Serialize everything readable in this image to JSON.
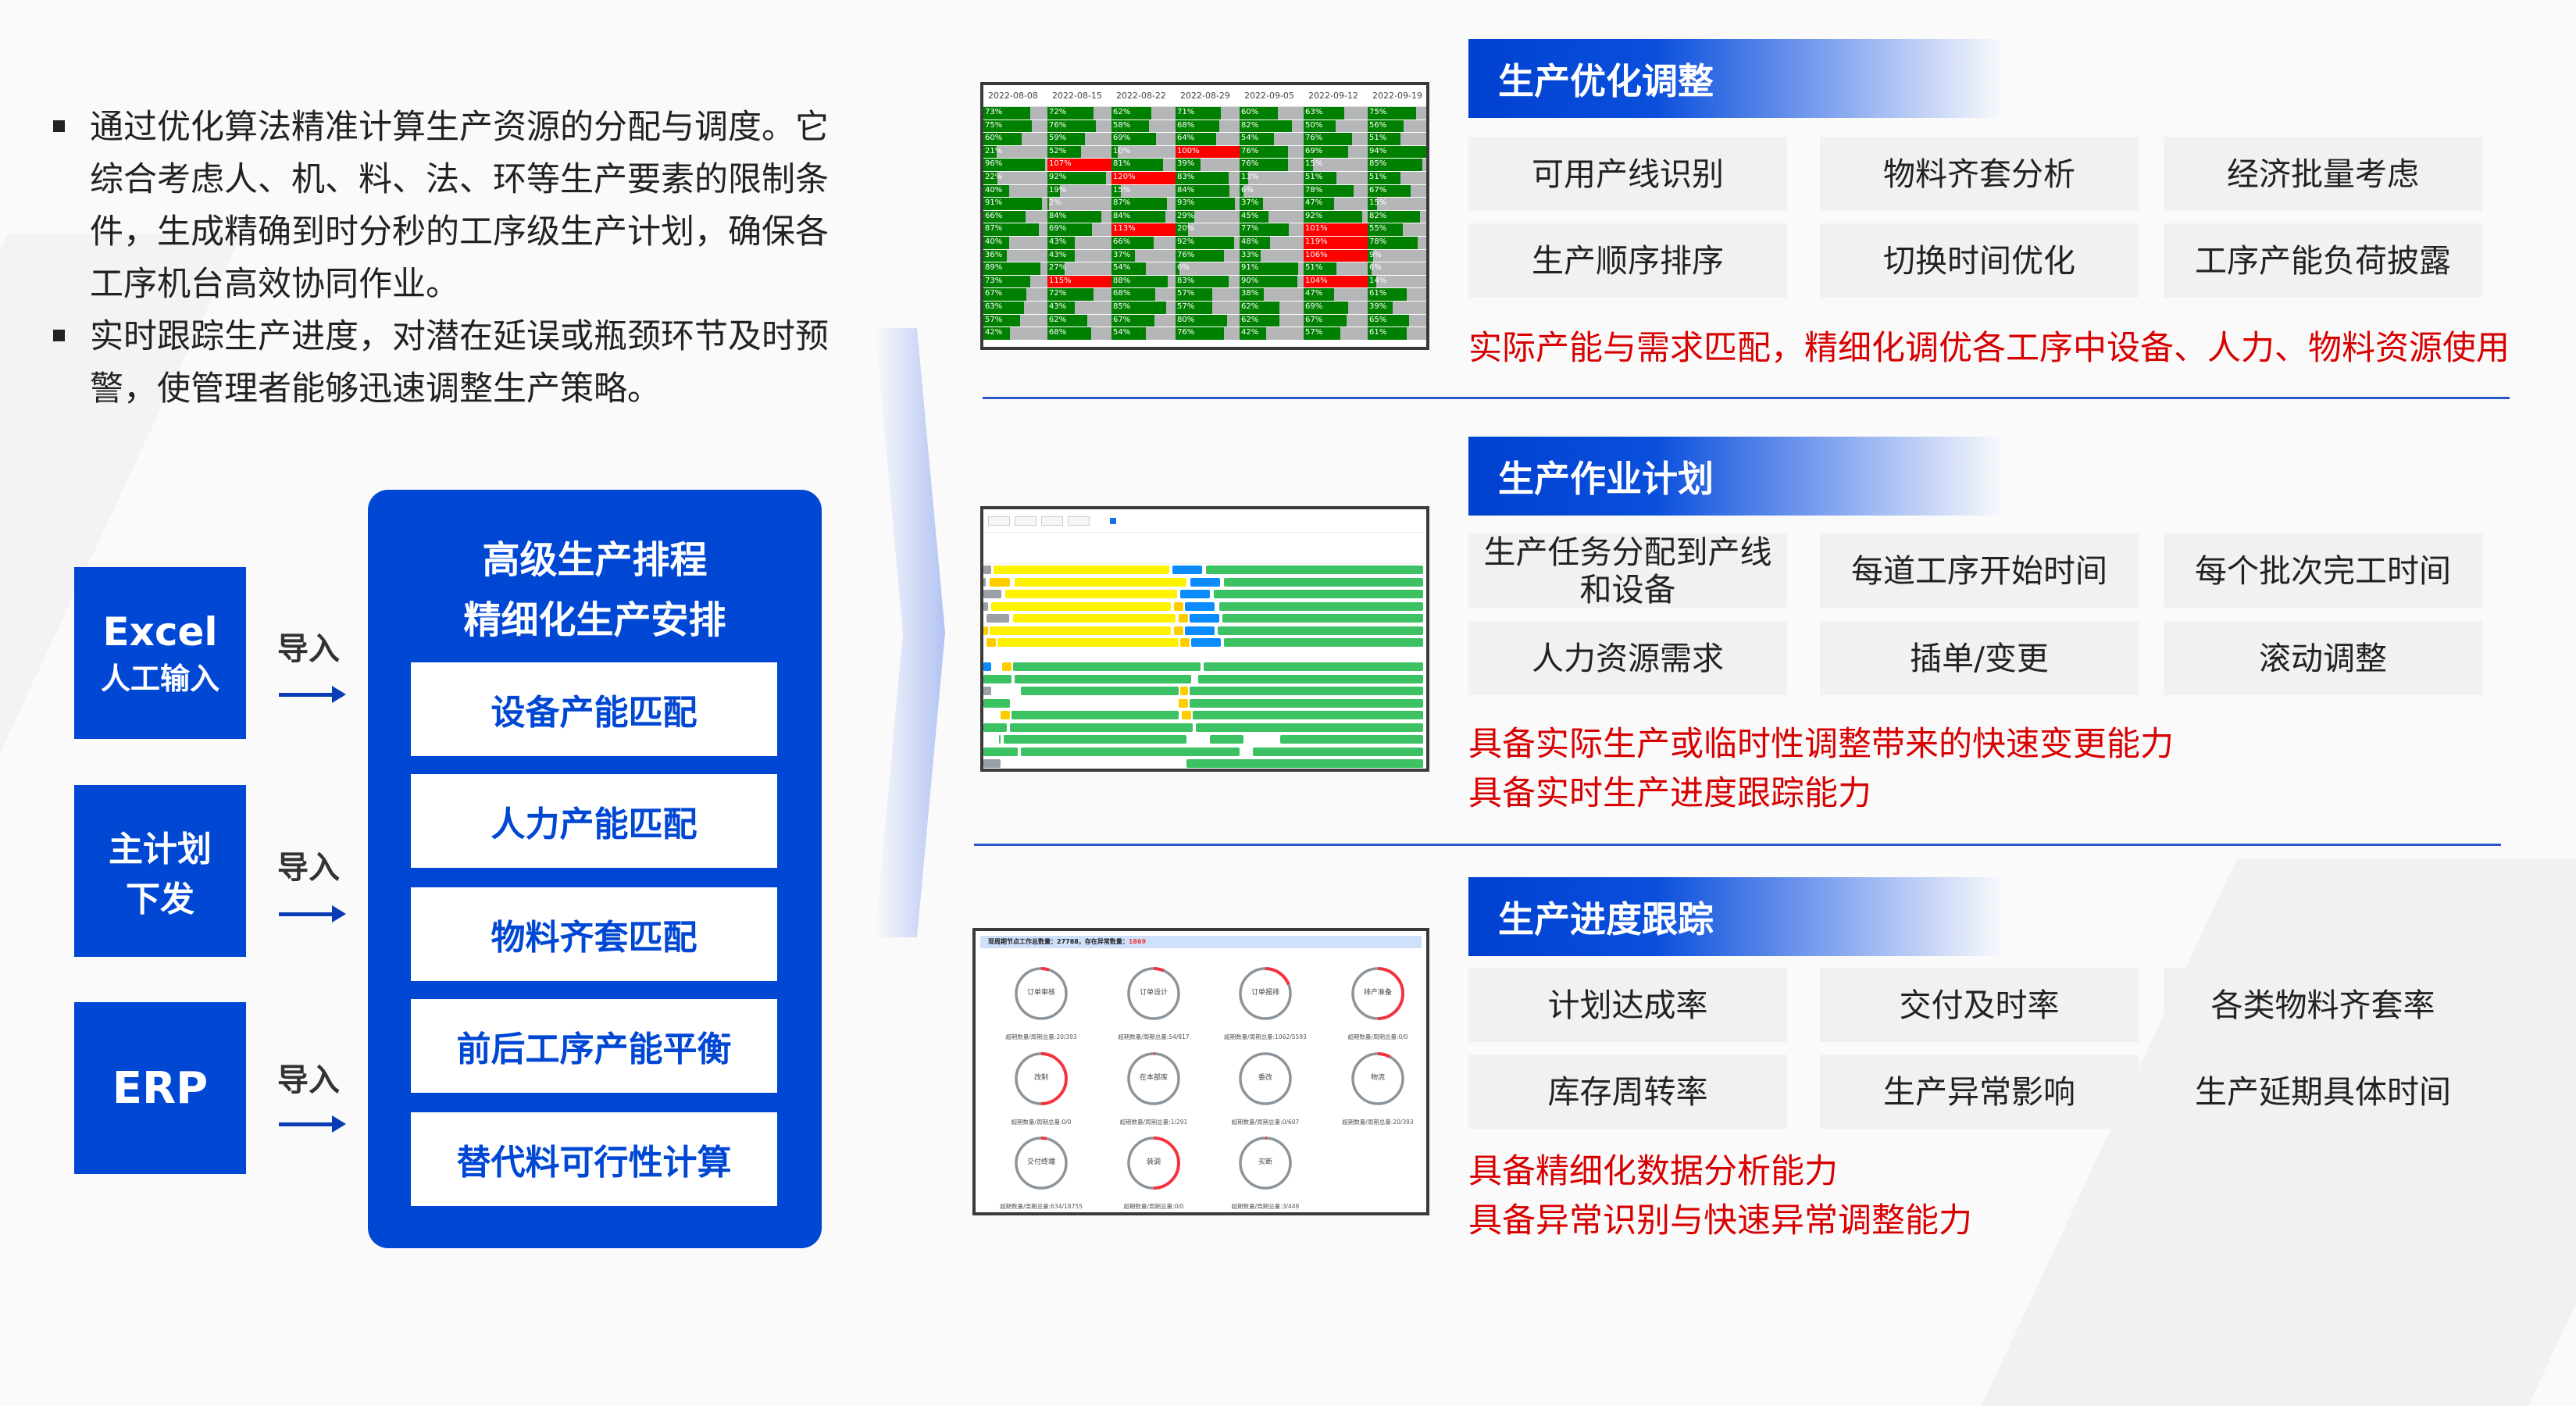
{
  "intro": {
    "bullets": [
      "通过优化算法精准计算生产资源的分配与调度。它综合考虑人、机、料、法、环等生产要素的限制条件，生成精确到时分秒的工序级生产计划，确保各工序机台高效协同作业。",
      "实时跟踪生产进度，对潜在延误或瓶颈环节及时预警，使管理者能够迅速调整生产策略。"
    ]
  },
  "sources": [
    {
      "line1": "Excel",
      "line2": "人工输入",
      "arrow": "导入"
    },
    {
      "line1": "主计划",
      "line2": "下发",
      "arrow": "导入"
    },
    {
      "line1": "ERP",
      "line2": "",
      "arrow": "导入"
    }
  ],
  "core": {
    "title1": "高级生产排程",
    "title2": "精细化生产安排",
    "items": [
      "设备产能匹配",
      "人力产能匹配",
      "物料齐套匹配",
      "前后工序产能平衡",
      "替代料可行性计算"
    ]
  },
  "sections": [
    {
      "title": "生产优化调整",
      "boxes": [
        "可用产线识别",
        "物料齐套分析",
        "经济批量考虑",
        "生产顺序排序",
        "切换时间优化",
        "工序产能负荷披露"
      ],
      "notes": [
        "实际产能与需求匹配，精细化调优各工序中设备、人力、物料资源使用"
      ]
    },
    {
      "title": "生产作业计划",
      "boxes": [
        "生产任务分配到产线和设备",
        "每道工序开始时间",
        "每个批次完工时间",
        "人力资源需求",
        "插单/变更",
        "滚动调整"
      ],
      "notes": [
        "具备实际生产或临时性调整带来的快速变更能力",
        "具备实时生产进度跟踪能力"
      ]
    },
    {
      "title": "生产进度跟踪",
      "boxes": [
        "计划达成率",
        "交付及时率",
        "各类物料齐套率",
        "库存周转率",
        "生产异常影响",
        "生产延期具体时间"
      ],
      "notes": [
        "具备精细化数据分析能力",
        "具备异常识别与快速异常调整能力"
      ]
    }
  ],
  "load_chart": {
    "dates": [
      "2022-08-08",
      "2022-08-15",
      "2022-08-22",
      "2022-08-29",
      "2022-09-05",
      "2022-09-12",
      "2022-09-19"
    ],
    "rows": [
      [
        73,
        72,
        62,
        71,
        60,
        63,
        75
      ],
      [
        75,
        76,
        58,
        68,
        82,
        50,
        56
      ],
      [
        60,
        59,
        69,
        64,
        54,
        76,
        51
      ],
      [
        21,
        52,
        10,
        100,
        76,
        69,
        94
      ],
      [
        96,
        107,
        81,
        39,
        76,
        15,
        85
      ],
      [
        22,
        92,
        120,
        83,
        13,
        51,
        51
      ],
      [
        40,
        19,
        15,
        84,
        6,
        78,
        67
      ],
      [
        91,
        2,
        87,
        93,
        37,
        47,
        15
      ],
      [
        66,
        84,
        84,
        29,
        45,
        92,
        82
      ],
      [
        87,
        69,
        113,
        20,
        77,
        101,
        55
      ],
      [
        40,
        43,
        66,
        92,
        48,
        119,
        78
      ],
      [
        36,
        43,
        37,
        76,
        33,
        106,
        9
      ],
      [
        89,
        27,
        54,
        6,
        91,
        51,
        6
      ],
      [
        73,
        115,
        88,
        83,
        90,
        104,
        14
      ],
      [
        67,
        72,
        68,
        57,
        38,
        47,
        61
      ],
      [
        63,
        43,
        85,
        57,
        62,
        69,
        39
      ],
      [
        57,
        62,
        67,
        80,
        62,
        67,
        65
      ],
      [
        42,
        68,
        54,
        76,
        42,
        57,
        61
      ]
    ],
    "colors": {
      "normal": "#008000",
      "overload": "#ff0000",
      "track": "#b5b6b8"
    }
  },
  "progress_panel": {
    "header_prefix": "现周期节点工作总数量：27788，存在异常数量：",
    "header_count": "1869",
    "nodes": [
      {
        "name": "订单审核",
        "stat": "超期数量/周期总量:20/393",
        "fraction": 0.05
      },
      {
        "name": "订单设计",
        "stat": "超期数量/周期总量:54/817",
        "fraction": 0.066
      },
      {
        "name": "订单报排",
        "stat": "超期数量/周期总量:1062/5593",
        "fraction": 0.19
      },
      {
        "name": "排产准备",
        "stat": "超期数量/周期总量:0/0",
        "fraction": 0.5
      },
      {
        "name": "改制",
        "stat": "超期数量/周期总量:0/0",
        "fraction": 0.5
      },
      {
        "name": "在本部库",
        "stat": "超期数量/周期总量:1/291",
        "fraction": 0.003
      },
      {
        "name": "委改",
        "stat": "超期数量/周期总量:0/607",
        "fraction": 0
      },
      {
        "name": "物流",
        "stat": "超期数量/周期总量:20/393",
        "fraction": 0.08
      },
      {
        "name": "交付终端",
        "stat": "超期数量/周期总量:634/18755",
        "fraction": 0.034
      },
      {
        "name": "装调",
        "stat": "超期数量/周期总量:0/0",
        "fraction": 0.5
      },
      {
        "name": "买断",
        "stat": "超期数量/周期总量:3/448",
        "fraction": 0.007
      }
    ]
  },
  "colors": {
    "brand_blue": "#0047d4",
    "alert_red": "#d80000"
  }
}
